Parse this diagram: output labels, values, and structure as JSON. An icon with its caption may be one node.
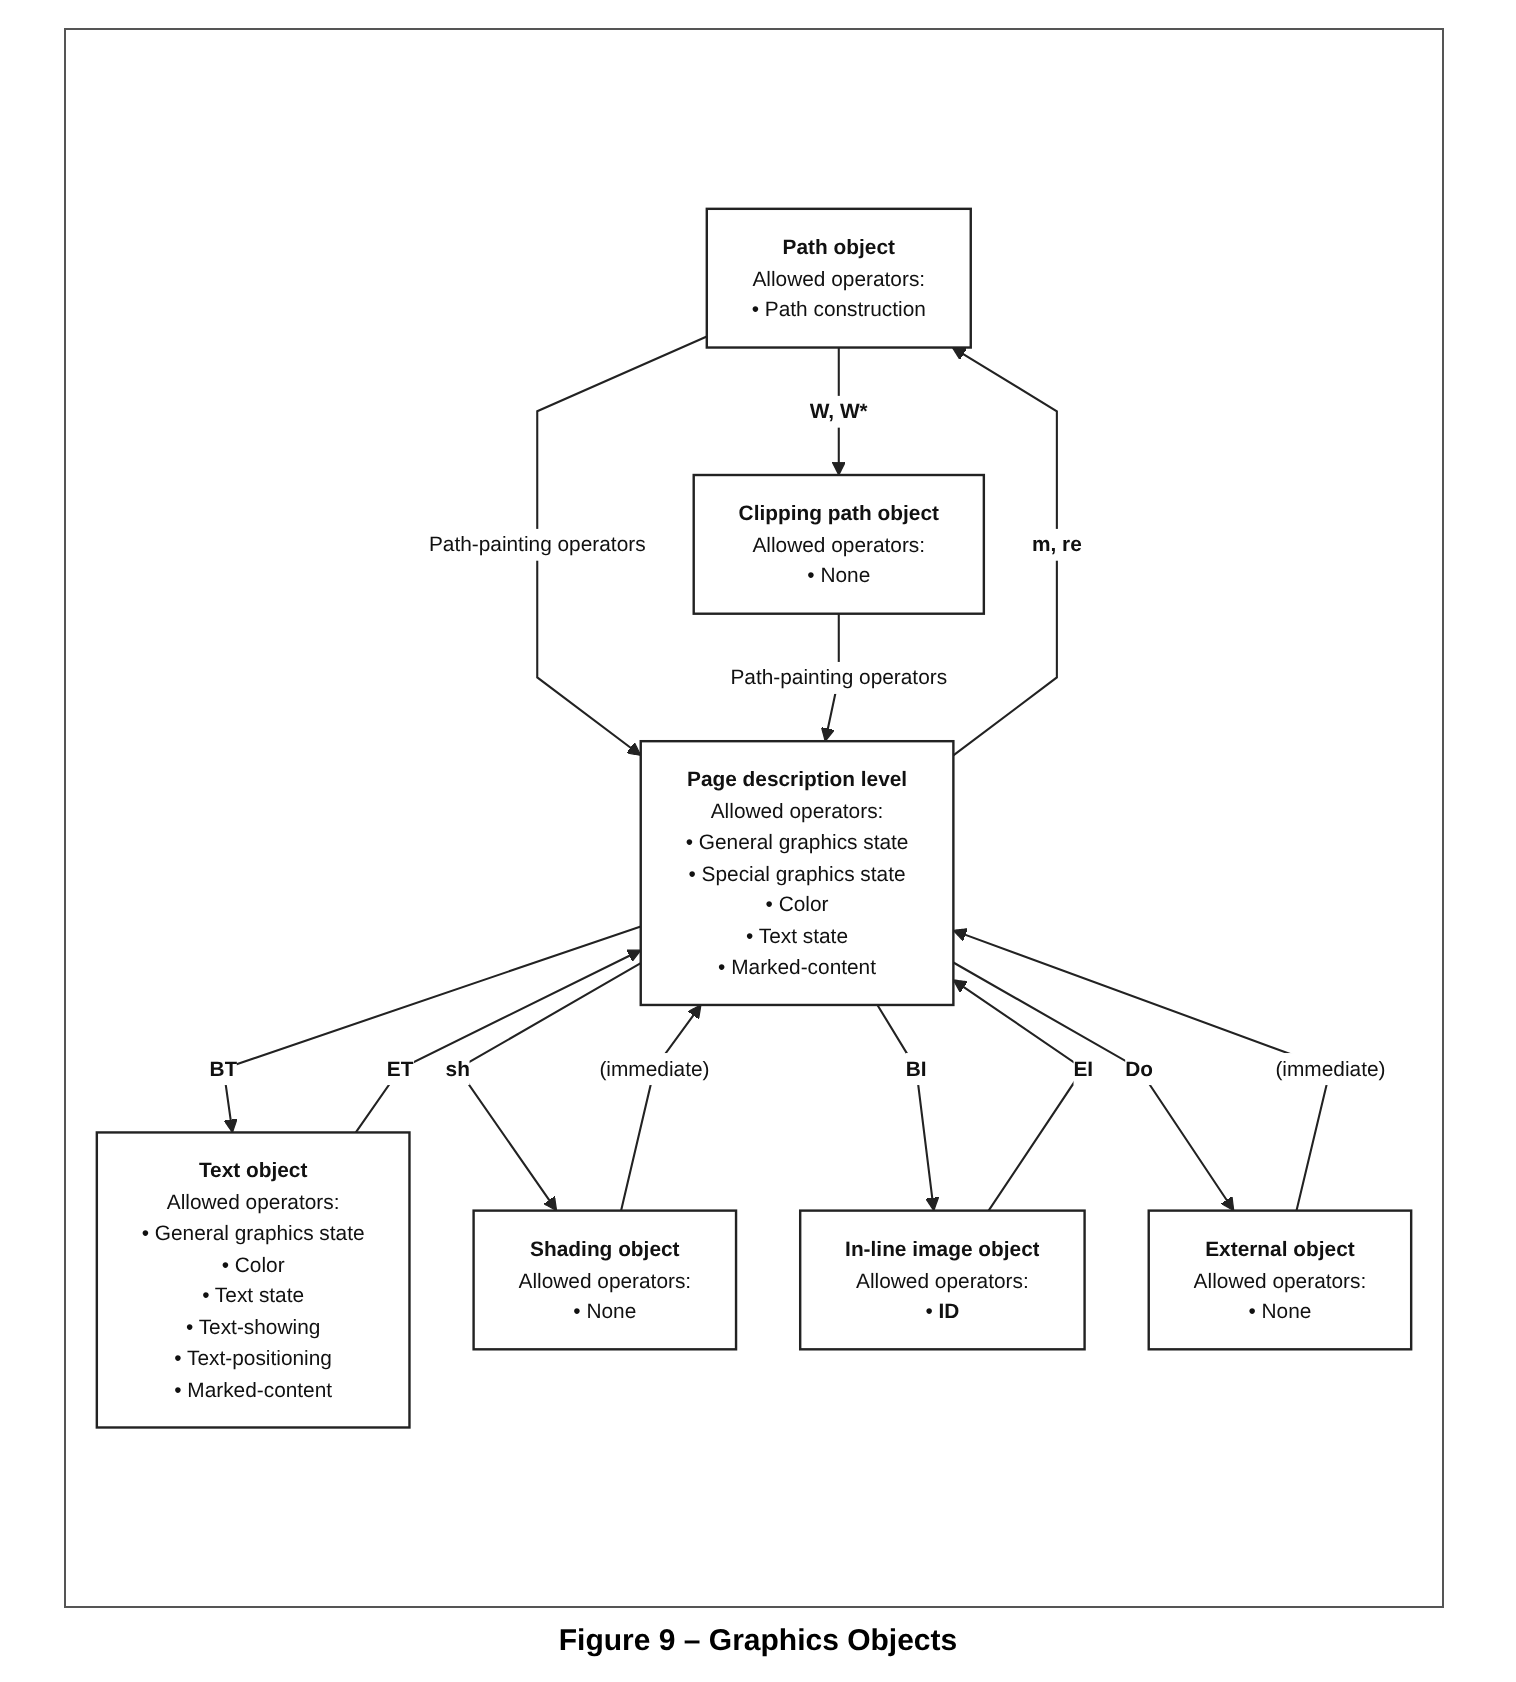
{
  "diagram": {
    "caption": "Figure 9 – Graphics Objects",
    "nodes": [
      {
        "text": [
          "Path object",
          "Allowed operators:",
          "• Path construction"
        ]
      },
      {
        "text": [
          "Text object",
          "Allowed operators:",
          "• General graphics state",
          "• Color",
          "• Text state",
          "• Text-showing",
          "• Text-positioning",
          "• Marked-content"
        ]
      },
      {
        "text": [
          "Clipping path object",
          "Allowed operators:",
          "• None"
        ]
      },
      {
        "text": [
          "Page description level",
          "Allowed operators:",
          "• General graphics state",
          "• Special graphics state",
          "• Color",
          "• Text state",
          "• Marked-content"
        ]
      },
      {
        "text": [
          "Shading object",
          "Allowed operators:",
          "• None"
        ]
      },
      {
        "text": [
          "In-line image object",
          "Allowed operators:",
          "• **ID**"
        ]
      },
      {
        "text": [
          "External object",
          "Allowed operators:",
          "• None"
        ]
      }
    ],
    "edges": [
      {
        "from": 0,
        "to": 2,
        "arrow": "to",
        "label": "W, W*"
      },
      {
        "from": 0,
        "to": 3,
        "arrow": "to",
        "label": "Path-painting operators"
      },
      {
        "from": 3,
        "to": 0,
        "arrow": "to",
        "label": "m, re"
      },
      {
        "from": 3,
        "to": 1,
        "arrow": "to",
        "label": "BT"
      },
      {
        "from": 1,
        "to": 3,
        "arrow": "to",
        "label": "ET"
      },
      {
        "from": 2,
        "to": 3,
        "arrow": "to",
        "label": "Path-painting operators"
      },
      {
        "from": 3,
        "to": 4,
        "arrow": "to",
        "label": "sh"
      },
      {
        "from": 4,
        "to": 3,
        "arrow": "to",
        "label": "(immediate)"
      },
      {
        "from": 3,
        "to": 5,
        "arrow": "to",
        "label": "BI"
      },
      {
        "from": 5,
        "to": 3,
        "arrow": "to",
        "label": "EI"
      },
      {
        "from": 3,
        "to": 6,
        "arrow": "to",
        "label": "Do"
      },
      {
        "from": 6,
        "to": 3,
        "arrow": "to",
        "label": "(immediate)"
      }
    ]
  }
}
